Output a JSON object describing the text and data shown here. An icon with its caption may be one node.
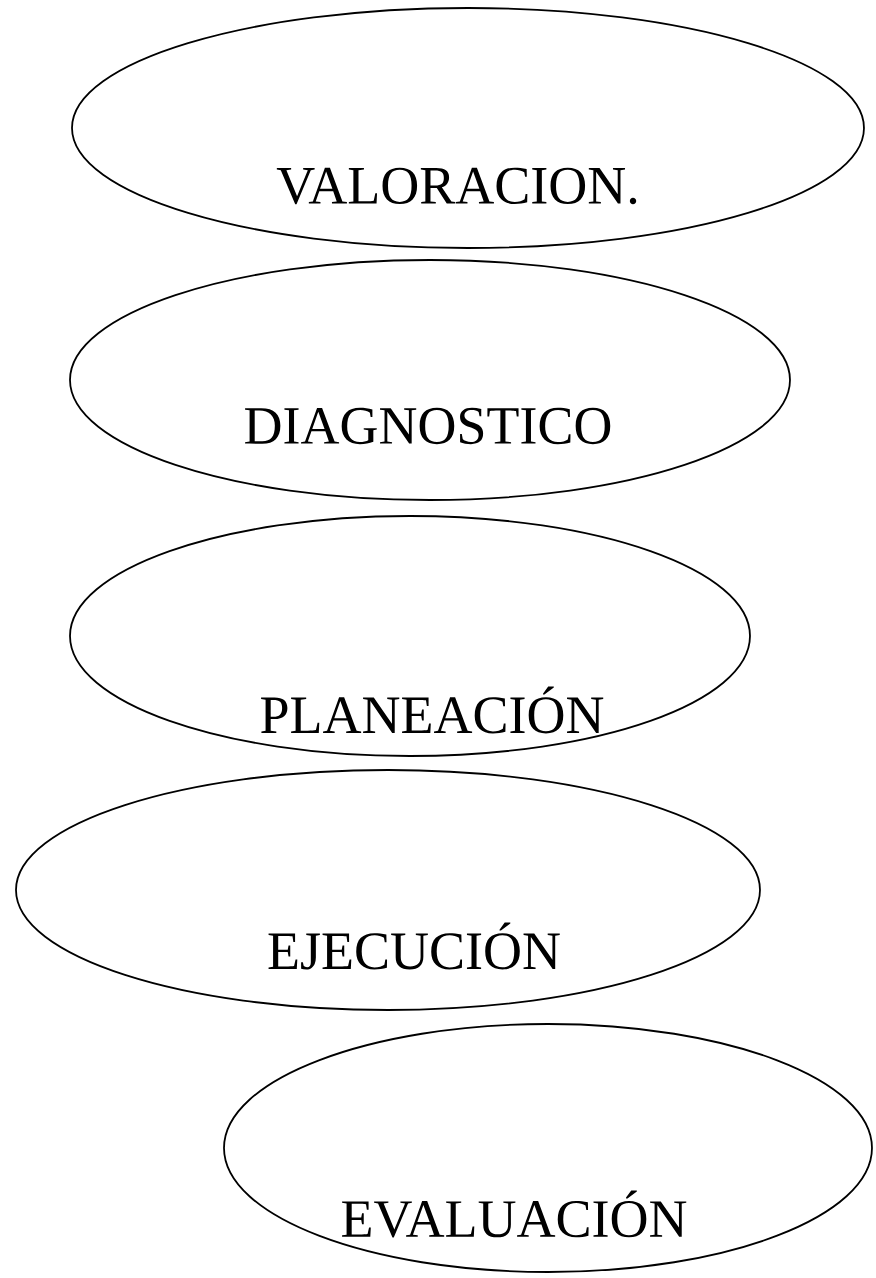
{
  "diagram": {
    "nodes": [
      {
        "text": [
          "VALORACION."
        ]
      },
      {
        "text": [
          "DIAGNOSTICO"
        ]
      },
      {
        "text": [
          "PLANEACIÓN"
        ]
      },
      {
        "text": [
          "EJECUCIÓN"
        ]
      },
      {
        "text": [
          "EVALUACIÓN"
        ]
      }
    ]
  }
}
